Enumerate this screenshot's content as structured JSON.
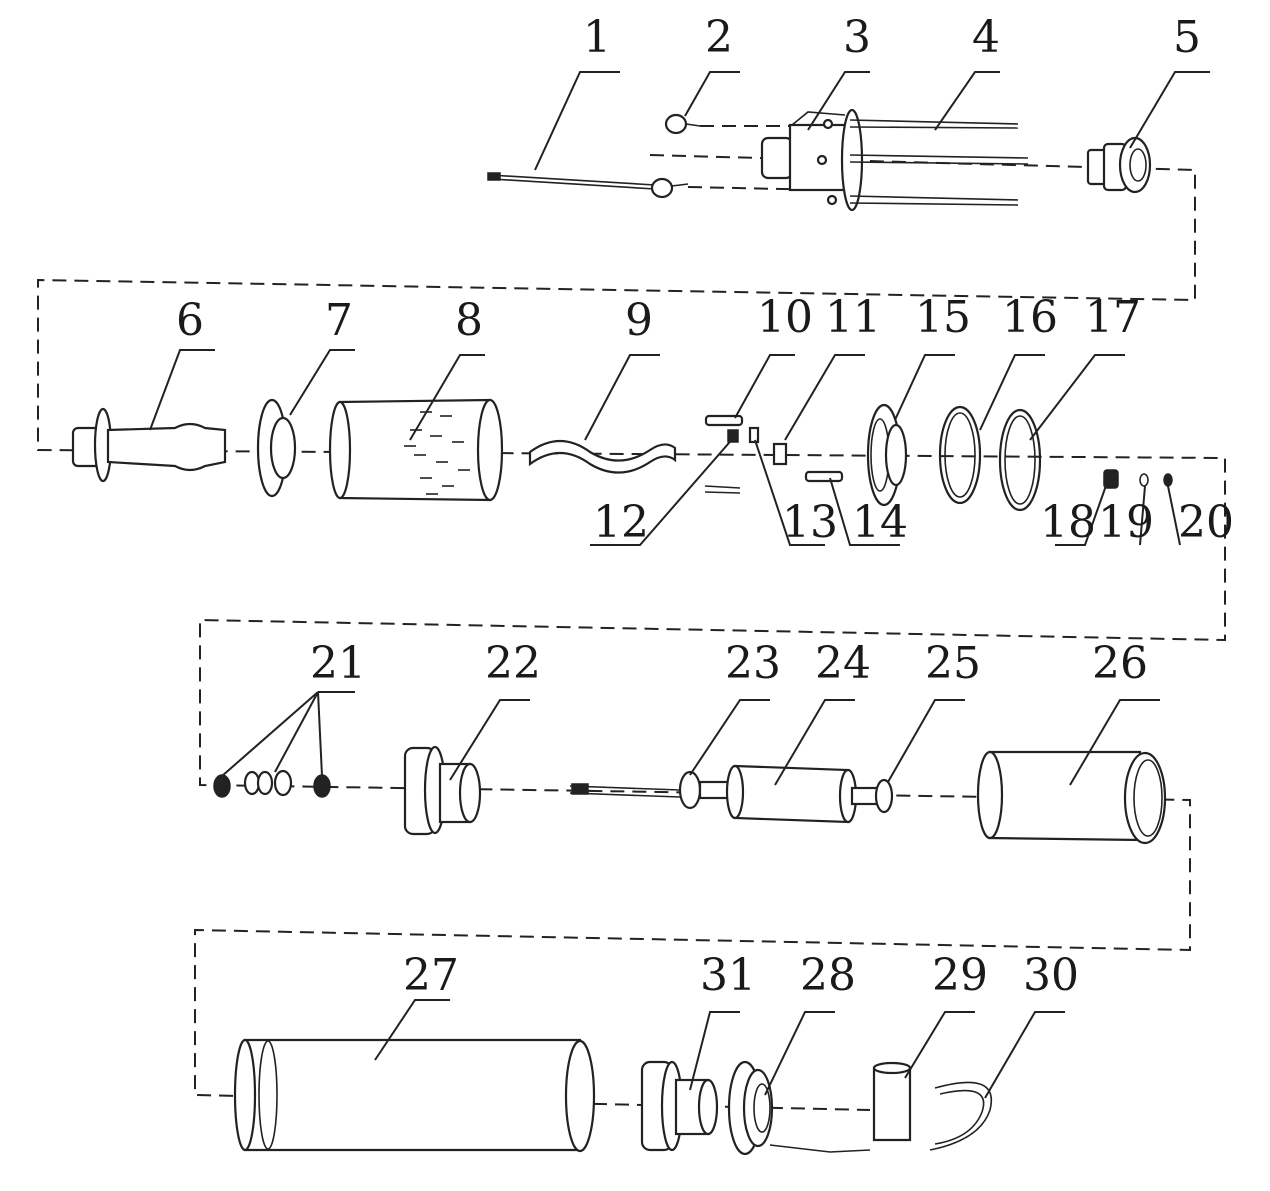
{
  "labels": [
    "1",
    "2",
    "3",
    "4",
    "5",
    "6",
    "7",
    "8",
    "9",
    "10",
    "11",
    "12",
    "13",
    "14",
    "15",
    "16",
    "17",
    "18",
    "19",
    "20",
    "21",
    "22",
    "23",
    "24",
    "25",
    "26",
    "27",
    "28",
    "29",
    "30",
    "31"
  ]
}
